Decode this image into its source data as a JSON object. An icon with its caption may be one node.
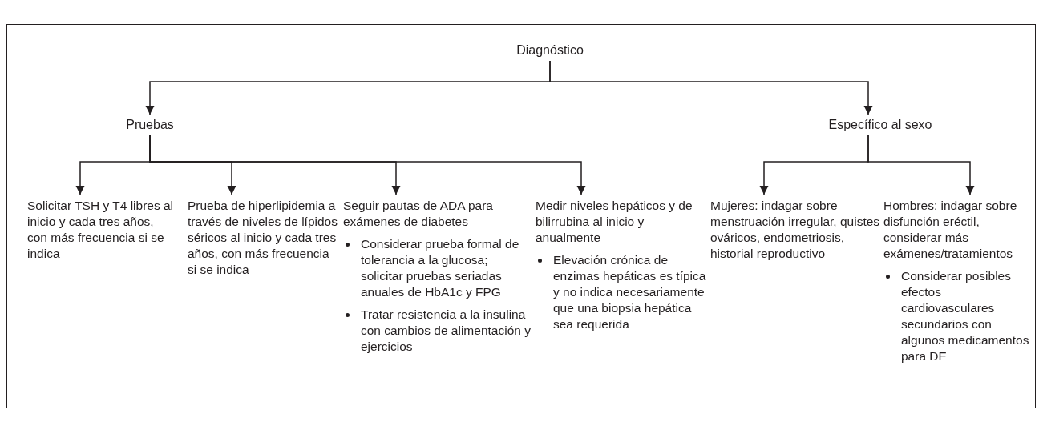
{
  "diagram": {
    "nodes": [
      {
        "text": [
          "Diagnóstico"
        ]
      },
      {
        "text": [
          "Pruebas"
        ]
      },
      {
        "text": [
          "Específico al sexo"
        ]
      },
      {
        "text": [
          "Solicitar TSH y T4 libres al inicio y cada tres años, con más frecuencia si se indica"
        ]
      },
      {
        "text": [
          "Prueba de hiperlipidemia a través de niveles de lípidos séricos al inicio y cada tres años, con más frecuencia si se indica"
        ]
      },
      {
        "text": [
          "Seguir pautas de ADA para exámenes de diabetes",
          "Considerar prueba formal de tolerancia a la glucosa; solicitar pruebas seriadas anuales de HbA1c y FPG",
          "Tratar resistencia a la insulina con cambios de alimentación y ejercicios"
        ]
      },
      {
        "text": [
          "Medir niveles hepáticos y de bilirrubina al inicio y anualmente",
          "Elevación crónica de enzimas hepáticas es típica y no indica necesariamente que una biopsia hepática sea requerida"
        ]
      },
      {
        "text": [
          "Mujeres: indagar sobre menstruación irregular, quistes ováricos, endometriosis, historial reproductivo"
        ]
      },
      {
        "text": [
          "Hombres: indagar sobre disfunción eréctil, considerar más exámenes/tratamientos",
          "Considerar posibles efectos cardiovasculares secundarios con algunos medicamentos para DE"
        ]
      }
    ],
    "edges": [
      {
        "from": 0,
        "to": 1,
        "arrow": "to"
      },
      {
        "from": 0,
        "to": 2,
        "arrow": "to"
      },
      {
        "from": 1,
        "to": 3,
        "arrow": "to"
      },
      {
        "from": 1,
        "to": 4,
        "arrow": "to"
      },
      {
        "from": 1,
        "to": 5,
        "arrow": "to"
      },
      {
        "from": 1,
        "to": 6,
        "arrow": "to"
      },
      {
        "from": 2,
        "to": 7,
        "arrow": "to"
      },
      {
        "from": 2,
        "to": 8,
        "arrow": "to"
      }
    ]
  }
}
